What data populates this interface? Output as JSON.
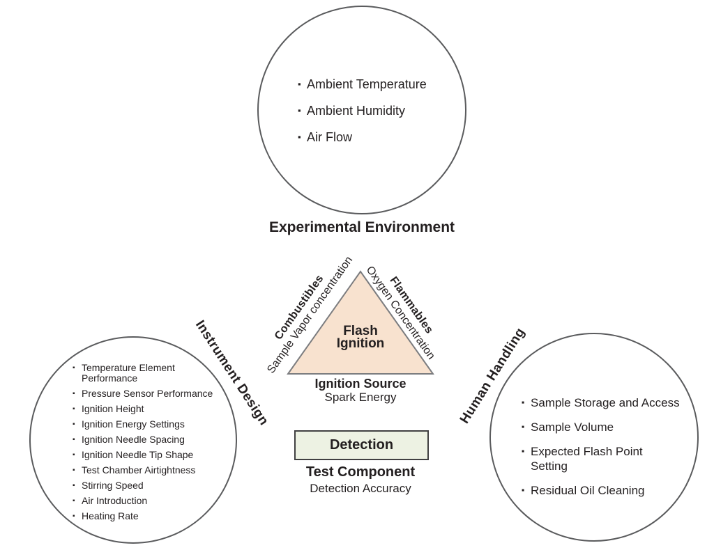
{
  "colors": {
    "text": "#231f20",
    "circle_stroke": "#5a5b5d",
    "triangle_fill": "#f8e2cf",
    "triangle_stroke": "#7b7c7f",
    "detection_fill": "#edf2e3",
    "detection_stroke": "#404041"
  },
  "circles": {
    "environment": {
      "label": "Experimental Environment",
      "items": [
        "Ambient Temperature",
        "Ambient Humidity",
        "Air Flow"
      ]
    },
    "instrument": {
      "label": "Instrument Design",
      "items": [
        "Temperature Element Performance",
        "Pressure Sensor Performance",
        "Ignition Height",
        "Ignition Energy Settings",
        "Ignition Needle Spacing",
        "Ignition Needle Tip Shape",
        "Test Chamber Airtightness",
        "Stirring Speed",
        "Air Introduction",
        "Heating Rate"
      ]
    },
    "human": {
      "label": "Human Handling",
      "items": [
        "Sample Storage and Access",
        "Sample Volume",
        "Expected Flash Point Setting",
        "Residual Oil Cleaning"
      ]
    }
  },
  "triangle": {
    "center_label": "Flash Ignition",
    "left_edge": {
      "title": "Combustibles",
      "subtitle": "Sample Vapor concentration"
    },
    "right_edge": {
      "title": "Flammables",
      "subtitle": "Oxygen Concentration"
    },
    "bottom": {
      "title": "Ignition Source",
      "subtitle": "Spark Energy"
    }
  },
  "detection": {
    "box_label": "Detection",
    "title": "Test Component",
    "subtitle": "Detection Accuracy"
  }
}
